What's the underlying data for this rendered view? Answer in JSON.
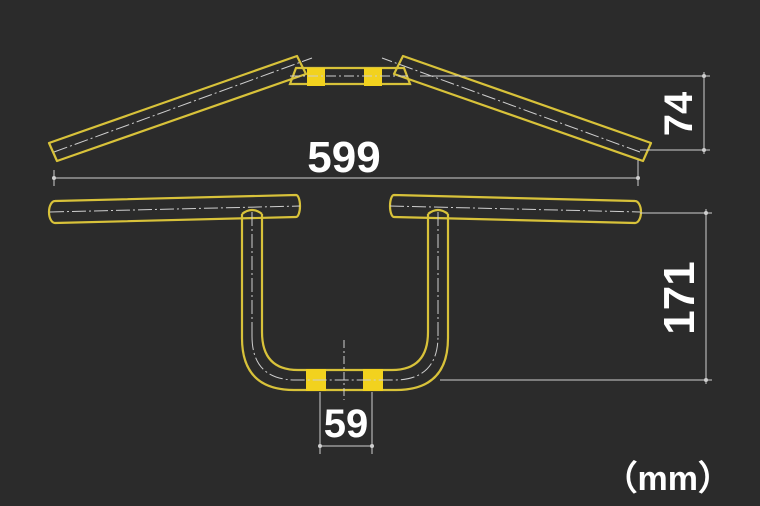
{
  "colors": {
    "background": "#2b2b2b",
    "tube_outline": "#d8c23a",
    "clamp_fill": "#f2d21e",
    "dimension_line": "#cfcfcf",
    "text": "#ffffff"
  },
  "dimensions": {
    "width": "599",
    "rise": "74",
    "height": "171",
    "center_width": "59"
  },
  "unit_label": "（mm）"
}
